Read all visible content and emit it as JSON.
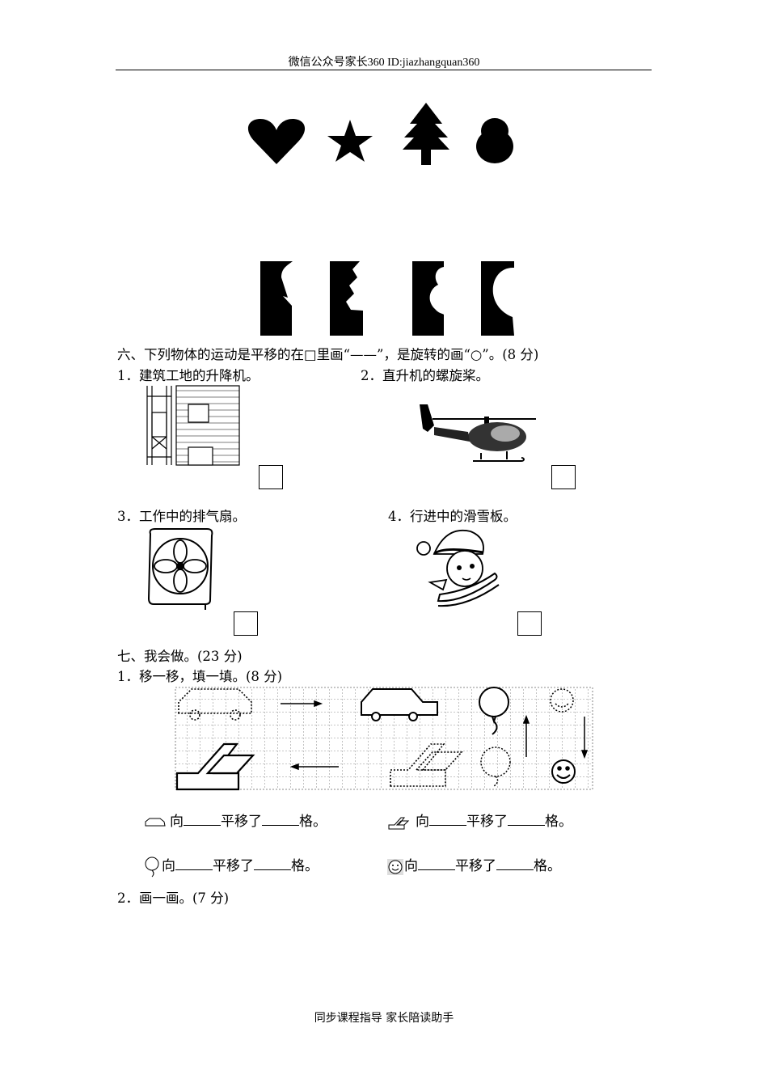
{
  "header": {
    "text": "微信公众号家长360 ID:jiazhangquan360"
  },
  "section6": {
    "title": "六、下列物体的运动是平移的在□里画“——”，是旋转的画“○”。(8 分)",
    "items": [
      {
        "label": "1．建筑工地的升降机。"
      },
      {
        "label": "2．直升机的螺旋桨。"
      },
      {
        "label": "3．工作中的排气扇。"
      },
      {
        "label": "4．行进中的滑雪板。"
      }
    ]
  },
  "section7": {
    "title": "七、我会做。(23 分)",
    "q1": "1．移一移，填一填。(8 分)",
    "fill": {
      "dir": "向",
      "moved": "平移了",
      "unit": "格。"
    },
    "q2": "2．画一画。(7 分)"
  },
  "icons": {
    "shapes_top": [
      "heart-icon",
      "star-icon",
      "tree-icon",
      "snowman-icon"
    ],
    "half_shapes": [
      "half-heart-icon",
      "half-tree-icon",
      "half-snowman-icon",
      "half-circle-icon"
    ],
    "items": [
      "elevator-image",
      "helicopter-image",
      "exhaust-fan-image",
      "sled-boy-image"
    ]
  },
  "footer": {
    "text": "同步课程指导 家长陪读助手"
  }
}
